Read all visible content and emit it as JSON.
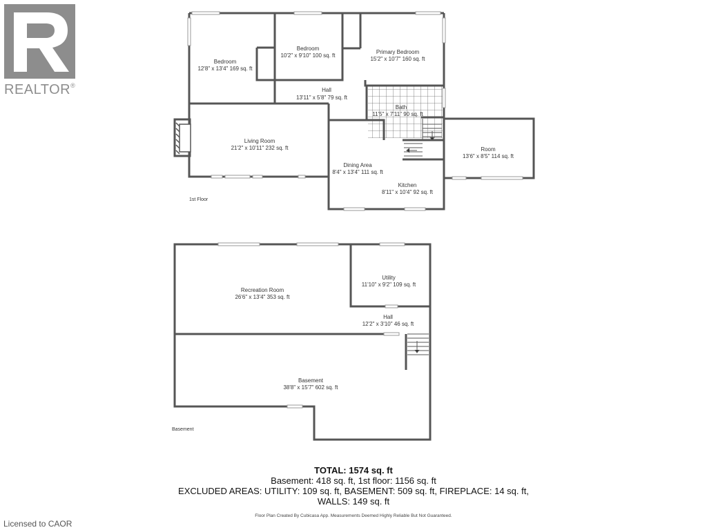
{
  "brand": {
    "name": "REALTOR",
    "mark": "®"
  },
  "floors": {
    "first": {
      "label": "1st Floor",
      "rooms": [
        {
          "name": "Bedroom",
          "dims": "12'8\" x 13'4\" 169 sq. ft"
        },
        {
          "name": "Bedroom",
          "dims": "10'2\" x 9'10\" 100 sq. ft"
        },
        {
          "name": "Primary Bedroom",
          "dims": "15'2\" x 10'7\" 160 sq. ft"
        },
        {
          "name": "Hall",
          "dims": "13'11\" x 5'8\" 79 sq. ft"
        },
        {
          "name": "Bath",
          "dims": "11'5\" x 7'11\" 90 sq. ft"
        },
        {
          "name": "Living Room",
          "dims": "21'2\" x 10'11\" 232 sq. ft"
        },
        {
          "name": "Dining Area",
          "dims": "8'4\" x 13'4\" 111 sq. ft"
        },
        {
          "name": "Kitchen",
          "dims": "8'11\" x 10'4\" 92 sq. ft"
        },
        {
          "name": "Room",
          "dims": "13'6\" x 8'5\" 114 sq. ft"
        }
      ]
    },
    "basement": {
      "label": "Basement",
      "rooms": [
        {
          "name": "Recreation Room",
          "dims": "26'6\" x 13'4\" 353 sq. ft"
        },
        {
          "name": "Utility",
          "dims": "11'10\" x 9'2\" 109 sq. ft"
        },
        {
          "name": "Hall",
          "dims": "12'2\" x 3'10\" 46 sq. ft"
        },
        {
          "name": "Basement",
          "dims": "38'8\" x 15'7\" 602 sq. ft"
        }
      ]
    }
  },
  "summary": {
    "total": "TOTAL: 1574 sq. ft",
    "line1": "Basement: 418 sq. ft, 1st floor: 1156 sq. ft",
    "line2": "EXCLUDED AREAS: UTILITY: 109 sq. ft, BASEMENT: 509 sq. ft, FIREPLACE: 14 sq. ft,",
    "line3": "WALLS: 149 sq. ft"
  },
  "footer": "Floor Plan Created By Cubicasa App. Measurements Deemed Highly Reliable But Not Guaranteed.",
  "licensed": "Licensed to CAOR",
  "colors": {
    "wall": "#555555",
    "logo": "#8d8d8d",
    "tile": "#666666"
  }
}
